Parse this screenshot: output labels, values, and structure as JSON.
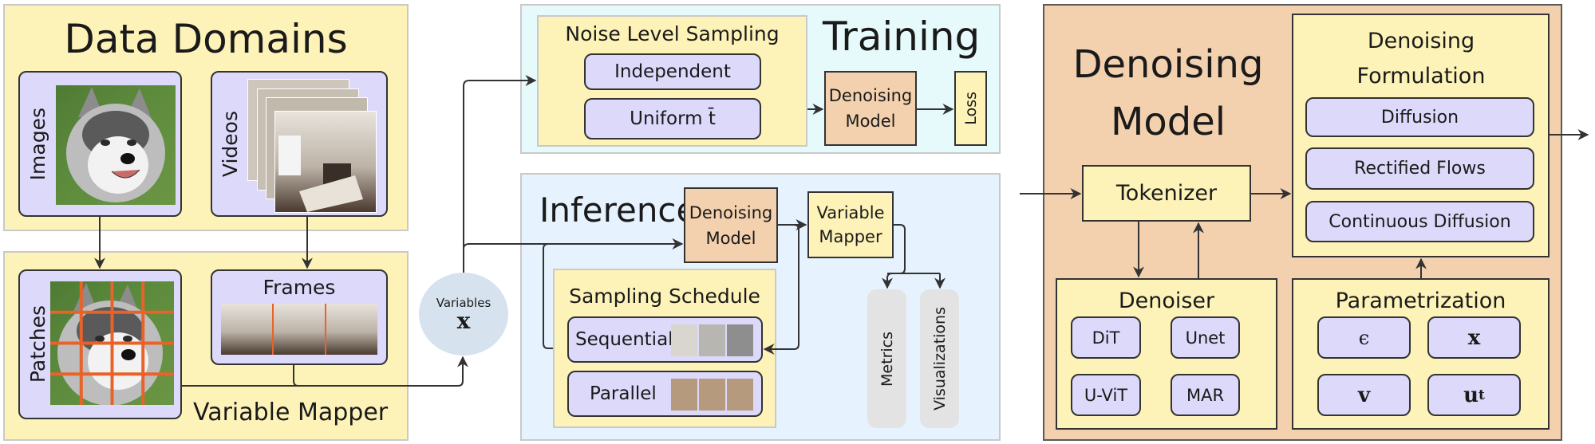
{
  "data_domains": {
    "title": "Data Domains",
    "images_label": "Images",
    "videos_label": "Videos"
  },
  "variable_mapper_panel": {
    "title": "Variable Mapper",
    "patches_label": "Patches",
    "frames_label": "Frames"
  },
  "variables_node": {
    "label": "Variables",
    "symbol": "x"
  },
  "training": {
    "title": "Training",
    "noise_level_sampling": {
      "title": "Noise Level Sampling",
      "options": [
        "Independent",
        "Uniform t̄"
      ]
    },
    "denoising_model": "Denoising Model",
    "loss": "Loss"
  },
  "inference": {
    "title": "Inference",
    "denoising_model": "Denoising Model",
    "variable_mapper": "Variable Mapper",
    "sampling_schedule": {
      "title": "Sampling Schedule",
      "options": [
        "Sequential",
        "Parallel"
      ]
    },
    "outputs": [
      "Metrics",
      "Visualizations"
    ]
  },
  "denoising_model_panel": {
    "title": "Denoising Model",
    "tokenizer": "Tokenizer",
    "formulation": {
      "title": "Denoising Formulation",
      "options": [
        "Diffusion",
        "Rectified Flows",
        "Continuous Diffusion"
      ]
    },
    "denoiser": {
      "title": "Denoiser",
      "options": [
        "DiT",
        "Unet",
        "U-ViT",
        "MAR"
      ]
    },
    "parametrization": {
      "title": "Parametrization",
      "options": [
        "ϵ",
        "x",
        "v",
        "u",
        "t"
      ]
    }
  },
  "colors": {
    "yellow_panel": "#fdf3b8",
    "cyan_panel": "#e6fafb",
    "blue_panel": "#e6f2fd",
    "orange_panel": "#f3d1ae",
    "lavender_pill": "#dcd9fb",
    "patch_grid": "#e8622a",
    "variables_circle": "#d6e3ee"
  }
}
